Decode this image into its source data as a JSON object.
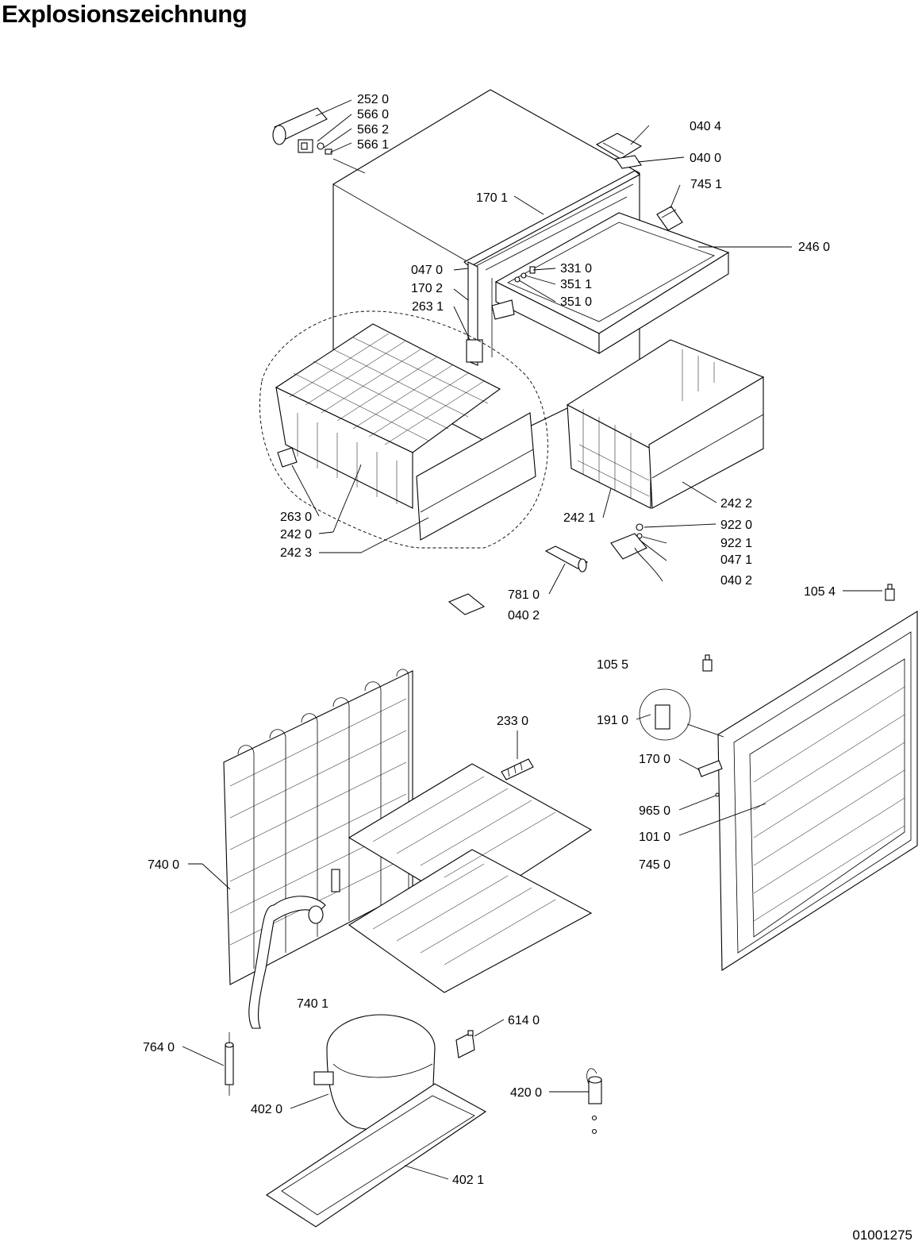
{
  "title": "Explosionszeichnung",
  "document_number": "01001275",
  "labels": {
    "l2520": "252 0",
    "l5660": "566 0",
    "l5662": "566 2",
    "l5661": "566 1",
    "l0404": "040 4",
    "l0400": "040 0",
    "l7451": "745 1",
    "l1701": "170 1",
    "l2460": "246 0",
    "l0470": "047 0",
    "l1702": "170 2",
    "l2631": "263 1",
    "l3310": "331 0",
    "l3511": "351 1",
    "l3510": "351 0",
    "l2630": "263 0",
    "l2420": "242 0",
    "l2423": "242 3",
    "l2421": "242 1",
    "l2422": "242 2",
    "l9220": "922 0",
    "l9221": "922 1",
    "l0471": "047 1",
    "l0402a": "040 2",
    "l7810": "781 0",
    "l0402b": "040 2",
    "l1054": "105 4",
    "l1055": "105 5",
    "l2330": "233 0",
    "l1910": "191 0",
    "l1700": "170 0",
    "l9650": "965 0",
    "l1010": "101 0",
    "l7450": "745 0",
    "l7400": "740 0",
    "l7401": "740 1",
    "l6140": "614 0",
    "l7640": "764 0",
    "l4200": "420 0",
    "l4020": "402 0",
    "l4021": "402 1"
  }
}
